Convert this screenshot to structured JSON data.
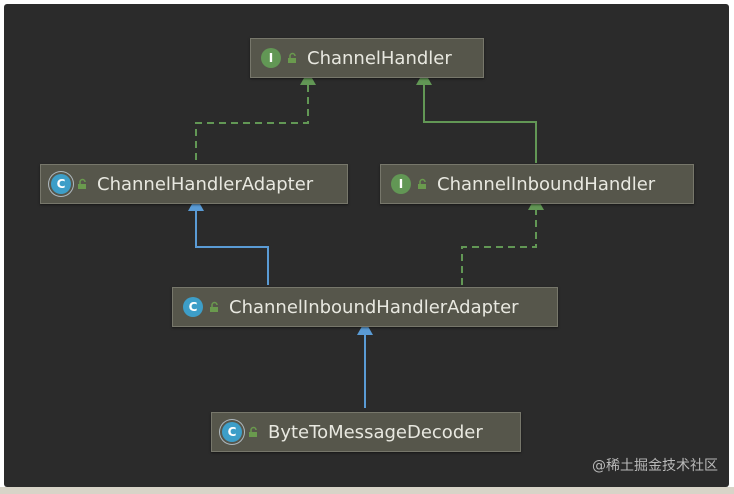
{
  "diagram": {
    "nodes": [
      {
        "id": "channel-handler",
        "label": "ChannelHandler",
        "kind": "interface",
        "badge": "I",
        "icon": "interface-icon"
      },
      {
        "id": "channel-handler-adapter",
        "label": "ChannelHandlerAdapter",
        "kind": "abstract-class",
        "badge": "C",
        "icon": "abstract-class-icon"
      },
      {
        "id": "channel-inbound-handler",
        "label": "ChannelInboundHandler",
        "kind": "interface",
        "badge": "I",
        "icon": "interface-icon"
      },
      {
        "id": "channel-inbound-handler-adapter",
        "label": "ChannelInboundHandlerAdapter",
        "kind": "class",
        "badge": "C",
        "icon": "class-icon"
      },
      {
        "id": "byte-to-message-decoder",
        "label": "ByteToMessageDecoder",
        "kind": "abstract-class",
        "badge": "C",
        "icon": "abstract-class-icon"
      }
    ],
    "edges": [
      {
        "from": "channel-handler-adapter",
        "to": "channel-handler",
        "relation": "implements",
        "style": "dashed"
      },
      {
        "from": "channel-inbound-handler",
        "to": "channel-handler",
        "relation": "extends",
        "style": "solid"
      },
      {
        "from": "channel-inbound-handler-adapter",
        "to": "channel-handler-adapter",
        "relation": "extends",
        "style": "solid"
      },
      {
        "from": "channel-inbound-handler-adapter",
        "to": "channel-inbound-handler",
        "relation": "implements",
        "style": "dashed"
      },
      {
        "from": "byte-to-message-decoder",
        "to": "channel-inbound-handler-adapter",
        "relation": "extends",
        "style": "solid"
      }
    ],
    "colors": {
      "background": "#2b2b2b",
      "node_fill": "#56564b",
      "interface_edge": "#629755",
      "class_edge": "#5a9bd5",
      "text": "#e8e8e0"
    }
  },
  "watermark": "@稀土掘金技术社区"
}
